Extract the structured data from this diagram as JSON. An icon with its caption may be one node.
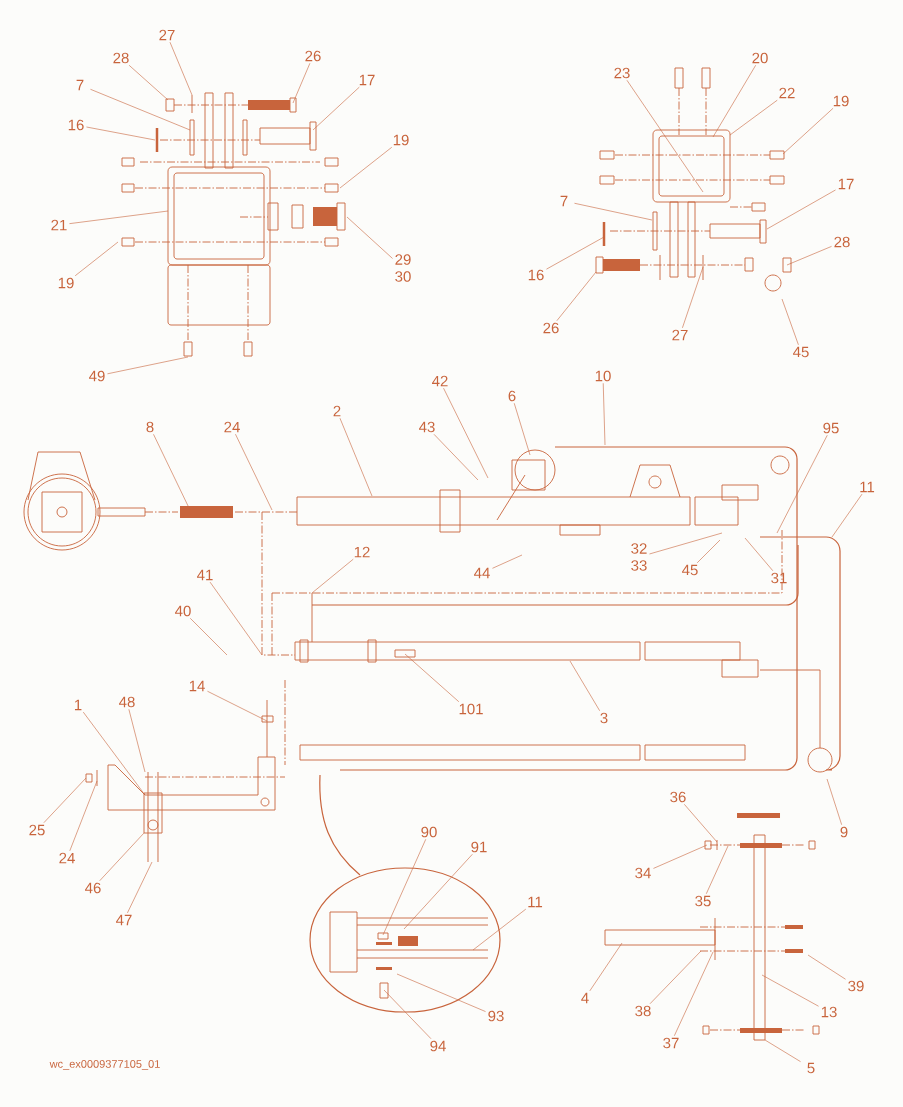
{
  "diagram": {
    "nodes": [
      {
        "text": [
          "27"
        ]
      },
      {
        "text": [
          "28"
        ]
      },
      {
        "text": [
          "26"
        ]
      },
      {
        "text": [
          "7"
        ]
      },
      {
        "text": [
          "17"
        ]
      },
      {
        "text": [
          "16"
        ]
      },
      {
        "text": [
          "19"
        ]
      },
      {
        "text": [
          "21"
        ]
      },
      {
        "text": [
          "19"
        ]
      },
      {
        "text": [
          "29 30"
        ]
      },
      {
        "text": [
          "49"
        ]
      },
      {
        "text": [
          "23"
        ]
      },
      {
        "text": [
          "20"
        ]
      },
      {
        "text": [
          "22"
        ]
      },
      {
        "text": [
          "19"
        ]
      },
      {
        "text": [
          "17"
        ]
      },
      {
        "text": [
          "7"
        ]
      },
      {
        "text": [
          "16"
        ]
      },
      {
        "text": [
          "28"
        ]
      },
      {
        "text": [
          "26"
        ]
      },
      {
        "text": [
          "27"
        ]
      },
      {
        "text": [
          "45"
        ]
      },
      {
        "text": [
          "8"
        ]
      },
      {
        "text": [
          "24"
        ]
      },
      {
        "text": [
          "2"
        ]
      },
      {
        "text": [
          "42"
        ]
      },
      {
        "text": [
          "43"
        ]
      },
      {
        "text": [
          "6"
        ]
      },
      {
        "text": [
          "10"
        ]
      },
      {
        "text": [
          "95"
        ]
      },
      {
        "text": [
          "11"
        ]
      },
      {
        "text": [
          "32 33"
        ]
      },
      {
        "text": [
          "45"
        ]
      },
      {
        "text": [
          "31"
        ]
      },
      {
        "text": [
          "44"
        ]
      },
      {
        "text": [
          "12"
        ]
      },
      {
        "text": [
          "41"
        ]
      },
      {
        "text": [
          "40"
        ]
      },
      {
        "text": [
          "101"
        ]
      },
      {
        "text": [
          "3"
        ]
      },
      {
        "text": [
          "14"
        ]
      },
      {
        "text": [
          "1"
        ]
      },
      {
        "text": [
          "48"
        ]
      },
      {
        "text": [
          "25"
        ]
      },
      {
        "text": [
          "24"
        ]
      },
      {
        "text": [
          "46"
        ]
      },
      {
        "text": [
          "47"
        ]
      },
      {
        "text": [
          "9"
        ]
      },
      {
        "text": [
          "90"
        ]
      },
      {
        "text": [
          "91"
        ]
      },
      {
        "text": [
          "11"
        ]
      },
      {
        "text": [
          "93"
        ]
      },
      {
        "text": [
          "94"
        ]
      },
      {
        "text": [
          "36"
        ]
      },
      {
        "text": [
          "34"
        ]
      },
      {
        "text": [
          "35"
        ]
      },
      {
        "text": [
          "4"
        ]
      },
      {
        "text": [
          "38"
        ]
      },
      {
        "text": [
          "37"
        ]
      },
      {
        "text": [
          "39"
        ]
      },
      {
        "text": [
          "13"
        ]
      },
      {
        "text": [
          "5"
        ]
      }
    ],
    "edges": [
      {
        "from": 0,
        "to": null,
        "arrow": "none"
      },
      {
        "from": 1,
        "to": null,
        "arrow": "none"
      },
      {
        "from": 2,
        "to": null,
        "arrow": "none"
      },
      {
        "from": 3,
        "to": null,
        "arrow": "none"
      },
      {
        "from": 4,
        "to": null,
        "arrow": "none"
      },
      {
        "from": 5,
        "to": null,
        "arrow": "none"
      },
      {
        "from": 6,
        "to": null,
        "arrow": "none"
      },
      {
        "from": 7,
        "to": null,
        "arrow": "none"
      },
      {
        "from": 8,
        "to": null,
        "arrow": "none"
      },
      {
        "from": 9,
        "to": null,
        "arrow": "none"
      },
      {
        "from": 10,
        "to": null,
        "arrow": "none"
      },
      {
        "from": 11,
        "to": null,
        "arrow": "none"
      },
      {
        "from": 12,
        "to": null,
        "arrow": "none"
      },
      {
        "from": 13,
        "to": null,
        "arrow": "none"
      },
      {
        "from": 14,
        "to": null,
        "arrow": "none"
      },
      {
        "from": 15,
        "to": null,
        "arrow": "none"
      },
      {
        "from": 16,
        "to": null,
        "arrow": "none"
      },
      {
        "from": 17,
        "to": null,
        "arrow": "none"
      },
      {
        "from": 18,
        "to": null,
        "arrow": "none"
      },
      {
        "from": 19,
        "to": null,
        "arrow": "none"
      },
      {
        "from": 20,
        "to": null,
        "arrow": "none"
      },
      {
        "from": 21,
        "to": null,
        "arrow": "none"
      },
      {
        "from": 22,
        "to": null,
        "arrow": "none"
      },
      {
        "from": 23,
        "to": null,
        "arrow": "none"
      },
      {
        "from": 24,
        "to": null,
        "arrow": "none"
      },
      {
        "from": 25,
        "to": null,
        "arrow": "none"
      },
      {
        "from": 26,
        "to": null,
        "arrow": "none"
      },
      {
        "from": 27,
        "to": null,
        "arrow": "none"
      },
      {
        "from": 28,
        "to": null,
        "arrow": "none"
      },
      {
        "from": 29,
        "to": null,
        "arrow": "none"
      },
      {
        "from": 30,
        "to": null,
        "arrow": "none"
      },
      {
        "from": 31,
        "to": null,
        "arrow": "none"
      },
      {
        "from": 32,
        "to": null,
        "arrow": "none"
      },
      {
        "from": 33,
        "to": null,
        "arrow": "none"
      },
      {
        "from": 34,
        "to": null,
        "arrow": "none"
      },
      {
        "from": 35,
        "to": null,
        "arrow": "none"
      },
      {
        "from": 36,
        "to": null,
        "arrow": "none"
      },
      {
        "from": 37,
        "to": null,
        "arrow": "none"
      },
      {
        "from": 38,
        "to": null,
        "arrow": "none"
      },
      {
        "from": 39,
        "to": null,
        "arrow": "none"
      },
      {
        "from": 40,
        "to": null,
        "arrow": "none"
      },
      {
        "from": 41,
        "to": null,
        "arrow": "none"
      },
      {
        "from": 42,
        "to": null,
        "arrow": "none"
      },
      {
        "from": 43,
        "to": null,
        "arrow": "none"
      },
      {
        "from": 44,
        "to": null,
        "arrow": "none"
      },
      {
        "from": 45,
        "to": null,
        "arrow": "none"
      },
      {
        "from": 46,
        "to": null,
        "arrow": "none"
      },
      {
        "from": 47,
        "to": null,
        "arrow": "none"
      },
      {
        "from": 48,
        "to": null,
        "arrow": "none"
      },
      {
        "from": 49,
        "to": null,
        "arrow": "none"
      },
      {
        "from": 50,
        "to": null,
        "arrow": "none"
      },
      {
        "from": 51,
        "to": null,
        "arrow": "none"
      },
      {
        "from": 52,
        "to": null,
        "arrow": "none"
      },
      {
        "from": 53,
        "to": null,
        "arrow": "none"
      },
      {
        "from": 54,
        "to": null,
        "arrow": "none"
      },
      {
        "from": 55,
        "to": null,
        "arrow": "none"
      },
      {
        "from": 56,
        "to": null,
        "arrow": "none"
      },
      {
        "from": 57,
        "to": null,
        "arrow": "none"
      },
      {
        "from": 58,
        "to": null,
        "arrow": "none"
      },
      {
        "from": 59,
        "to": null,
        "arrow": "none"
      },
      {
        "from": 60,
        "to": null,
        "arrow": "none"
      },
      {
        "from": 61,
        "to": null,
        "arrow": "none"
      }
    ],
    "labels": [
      "wc_ex0009377105_01"
    ]
  }
}
